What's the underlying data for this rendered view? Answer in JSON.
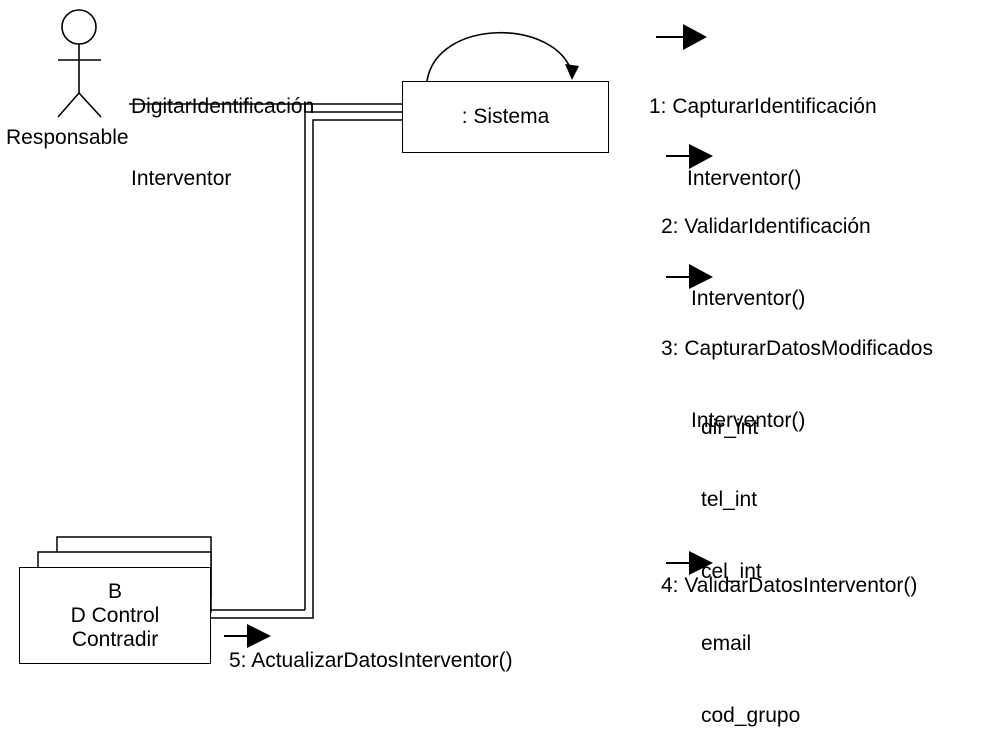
{
  "actor": {
    "label": "Responsable"
  },
  "link_actor_message": {
    "line1": "DigitarIdentificación",
    "line2": "Interventor"
  },
  "sistema": {
    "label": ": Sistema"
  },
  "bd": {
    "lines": [
      "B",
      "D Control",
      "Contradir"
    ]
  },
  "messages": [
    {
      "line1": "1: CapturarIdentificación",
      "line2": "Interventor()"
    },
    {
      "line1": "2: ValidarIdentificación",
      "line2": "Interventor()"
    },
    {
      "line1": "3: CapturarDatosModificados",
      "line2": "Interventor()"
    },
    {
      "line1": "4: ValidarDatosInterventor()"
    },
    {
      "line1": "5: ActualizarDatosInterventor()"
    }
  ],
  "attributes": [
    "dir_int",
    "tel_int",
    "cel_int",
    "email",
    "cod_grupo"
  ]
}
